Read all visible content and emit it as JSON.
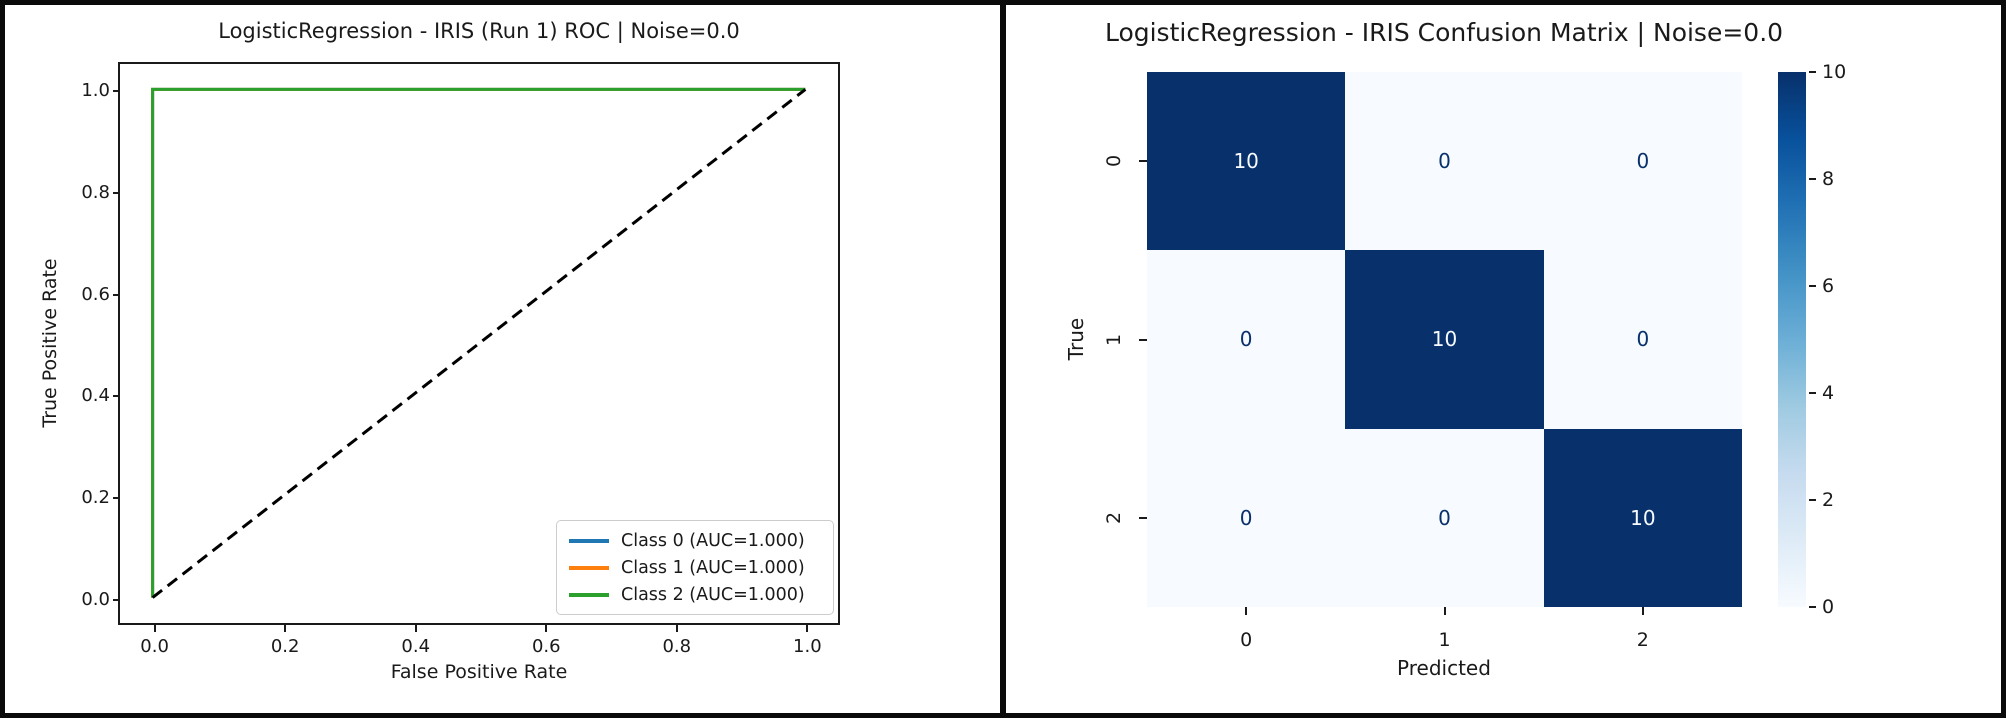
{
  "window": {
    "background": "#ffffff",
    "frame_color": "#0a0a0a"
  },
  "chart_data": [
    {
      "type": "line",
      "panel": "left",
      "title": "LogisticRegression - IRIS (Run 1) ROC | Noise=0.0",
      "xlabel": "False Positive Rate",
      "ylabel": "True Positive Rate",
      "xlim": [
        -0.05,
        1.05
      ],
      "ylim": [
        -0.05,
        1.05
      ],
      "xticks": [
        0.0,
        0.2,
        0.4,
        0.6,
        0.8,
        1.0
      ],
      "yticks": [
        0.0,
        0.2,
        0.4,
        0.6,
        0.8,
        1.0
      ],
      "xtick_labels": [
        "0.0",
        "0.2",
        "0.4",
        "0.6",
        "0.8",
        "1.0"
      ],
      "ytick_labels": [
        "0.0",
        "0.2",
        "0.4",
        "0.6",
        "0.8",
        "1.0"
      ],
      "grid": false,
      "legend_position": "lower-right",
      "series": [
        {
          "name": "Class 0 (AUC=1.000)",
          "color": "#1f77b4",
          "style": "solid",
          "x": [
            0,
            0,
            1
          ],
          "y": [
            0,
            1,
            1
          ]
        },
        {
          "name": "Class 1 (AUC=1.000)",
          "color": "#ff7f0e",
          "style": "solid",
          "x": [
            0,
            0,
            1
          ],
          "y": [
            0,
            1,
            1
          ]
        },
        {
          "name": "Class 2 (AUC=1.000)",
          "color": "#2ca02c",
          "style": "solid",
          "x": [
            0,
            0,
            1
          ],
          "y": [
            0,
            1,
            1
          ]
        }
      ],
      "chance_line": {
        "name": "chance-diagonal",
        "color": "#000000",
        "style": "dashed",
        "x": [
          0,
          1
        ],
        "y": [
          0,
          1
        ]
      }
    },
    {
      "type": "heatmap",
      "panel": "right",
      "title": "LogisticRegression - IRIS Confusion Matrix | Noise=0.0",
      "xlabel": "Predicted",
      "ylabel": "True",
      "x_categories": [
        "0",
        "1",
        "2"
      ],
      "y_categories": [
        "0",
        "1",
        "2"
      ],
      "values": [
        [
          10,
          0,
          0
        ],
        [
          0,
          10,
          0
        ],
        [
          0,
          0,
          10
        ]
      ],
      "vmin": 0,
      "vmax": 10,
      "colormap": "Blues",
      "colormap_stops": [
        "#f7fbff",
        "#deebf7",
        "#c6dbef",
        "#9ecae1",
        "#6baed6",
        "#4292c6",
        "#2171b5",
        "#08519c",
        "#08306b"
      ],
      "annot_color_on_dark": "#f7fbff",
      "annot_color_on_light": "#08306b",
      "colorbar_ticks": [
        0,
        2,
        4,
        6,
        8,
        10
      ],
      "colorbar_tick_labels": [
        "0",
        "2",
        "4",
        "6",
        "8",
        "10"
      ]
    }
  ]
}
